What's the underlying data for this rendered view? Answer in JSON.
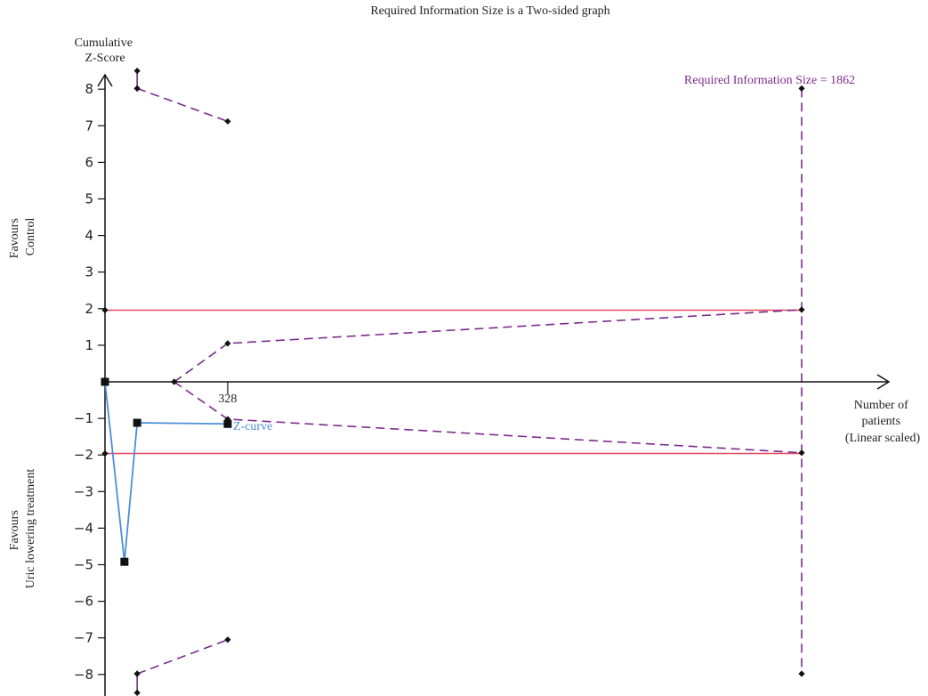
{
  "chart_data": {
    "type": "line",
    "title": "Required Information Size is a Two-sided graph",
    "ylabel_lines": [
      "Cumulative",
      "Z-Score"
    ],
    "xlabel_lines": [
      "Number of",
      "patients",
      "(Linear scaled)"
    ],
    "side_label_top": [
      "Favours",
      "Control"
    ],
    "side_label_bottom": [
      "Favours",
      "Uric lowering treatment"
    ],
    "y_ticks": [
      8,
      7,
      6,
      5,
      4,
      3,
      2,
      1,
      -1,
      -2,
      -3,
      -4,
      -5,
      -6,
      -7,
      -8
    ],
    "ylim": [
      -8,
      8
    ],
    "x_tick_labels": [
      {
        "x": 328,
        "label": "328"
      }
    ],
    "ris": {
      "value": 1862,
      "label": "Required Information Size = 1862"
    },
    "conventional_boundary": {
      "upper": 1.96,
      "lower": -1.96,
      "color": "#e0485e"
    },
    "z_curve": {
      "name": "Z-curve",
      "color": "#4a8fd6",
      "points": [
        [
          0,
          0
        ],
        [
          52,
          -4.92
        ],
        [
          86,
          -1.12
        ],
        [
          328,
          -1.15
        ]
      ]
    },
    "monitoring_boundaries": {
      "color": "#7b2b8c",
      "upper_a": [
        [
          86,
          8.5
        ],
        [
          86,
          8.02
        ]
      ],
      "upper_b": [
        [
          86,
          8.02
        ],
        [
          328,
          7.12
        ]
      ],
      "lower_a": [
        [
          86,
          -8.5
        ],
        [
          86,
          -7.98
        ]
      ],
      "lower_b": [
        [
          86,
          -7.98
        ],
        [
          328,
          -7.05
        ]
      ],
      "futility_upper": [
        [
          185,
          0
        ],
        [
          328,
          1.05
        ],
        [
          1862,
          1.97
        ]
      ],
      "futility_lower": [
        [
          185,
          0
        ],
        [
          328,
          -1.02
        ],
        [
          1862,
          -1.94
        ]
      ],
      "ris_line": [
        [
          1862,
          8.02
        ],
        [
          1862,
          -7.98
        ]
      ]
    },
    "grid": false
  }
}
